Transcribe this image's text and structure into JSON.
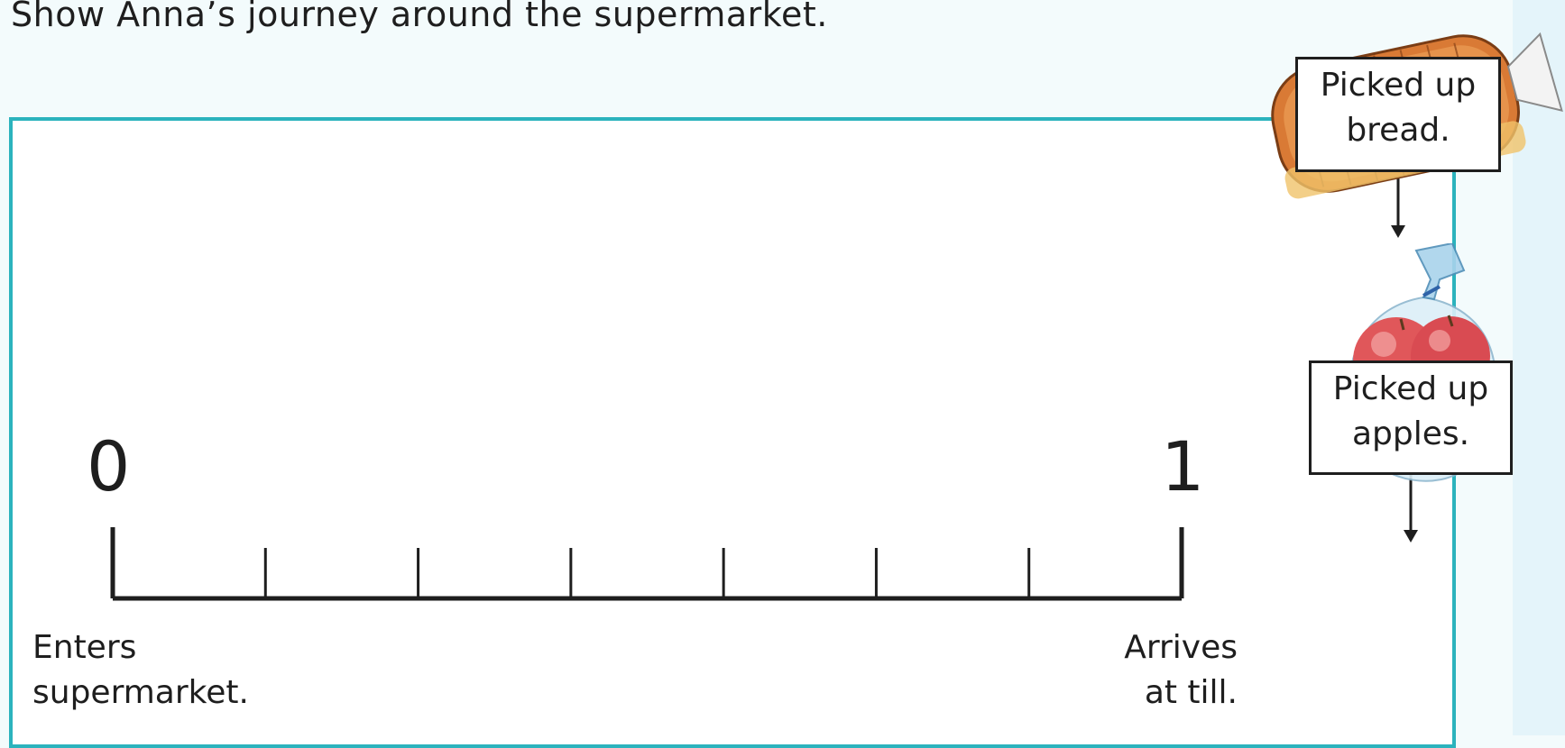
{
  "instruction": "Show Anna’s journey around the supermarket.",
  "number_line": {
    "start_value": "0",
    "end_value": "1",
    "divisions": 7,
    "start_caption_line1": "Enters",
    "start_caption_line2": "supermarket.",
    "end_caption_line1": "Arrives",
    "end_caption_line2": "at till."
  },
  "callouts": {
    "bread_line1": "Picked up",
    "bread_line2": "bread.",
    "apples_line1": "Picked up",
    "apples_line2": "apples."
  },
  "colors": {
    "border": "#2bb3bd",
    "ink": "#1e1e1e",
    "background": "#f3fbfc",
    "side_panel": "#e4f4fa"
  },
  "icons": {
    "bread": "bread-loaf-icon",
    "apples": "bag-of-apples-icon"
  }
}
